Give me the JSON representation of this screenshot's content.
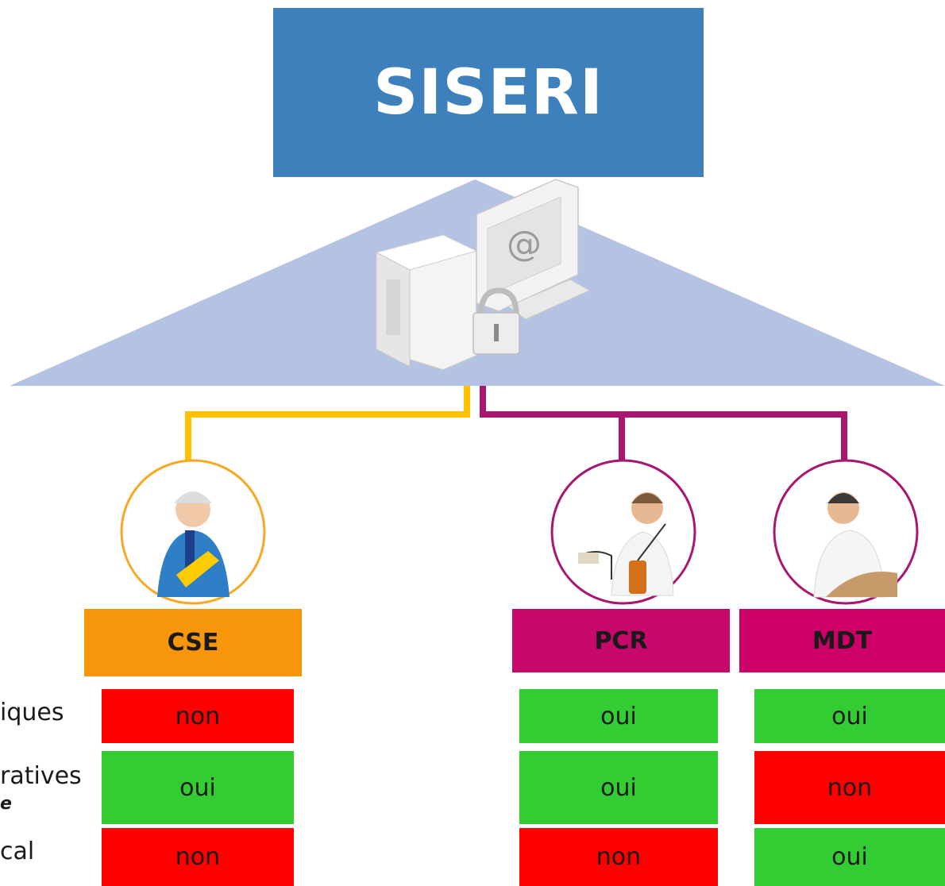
{
  "title": "SISERI",
  "colors": {
    "title_bg": "#3d80bc",
    "triangle": "#b4c3e4",
    "cse": "#f7960b",
    "pcr": "#c8076a",
    "mdt": "#cc0066",
    "line_cse": "#ffc000",
    "line_other": "#a8166f",
    "yes": "#33cc33",
    "no": "#ff0000"
  },
  "roles": [
    {
      "key": "cse",
      "label": "CSE"
    },
    {
      "key": "pcr",
      "label": "PCR"
    },
    {
      "key": "mdt",
      "label": "MDT"
    }
  ],
  "row_labels": {
    "row1": "iques",
    "row2": "ratives",
    "row2_sub": "e",
    "row3": "cal"
  },
  "access": {
    "cse": [
      "non",
      "oui",
      "non"
    ],
    "pcr": [
      "oui",
      "oui",
      "non"
    ],
    "mdt": [
      "oui",
      "non",
      "oui"
    ]
  }
}
